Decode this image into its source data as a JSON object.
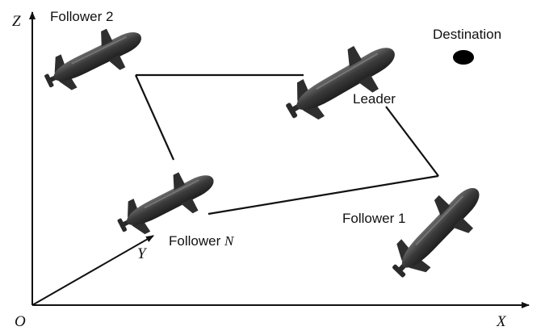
{
  "labels": {
    "follower2": "Follower 2",
    "leader": "Leader",
    "destination": "Destination",
    "follower1": "Follower 1",
    "followerN_prefix": "Follower ",
    "followerN_suffix": "N"
  },
  "axes": {
    "z": "Z",
    "x": "X",
    "y": "Y",
    "origin": "O"
  },
  "colors": {
    "auv": "#3a3a3a",
    "line": "#111111",
    "destination": "#000000"
  }
}
